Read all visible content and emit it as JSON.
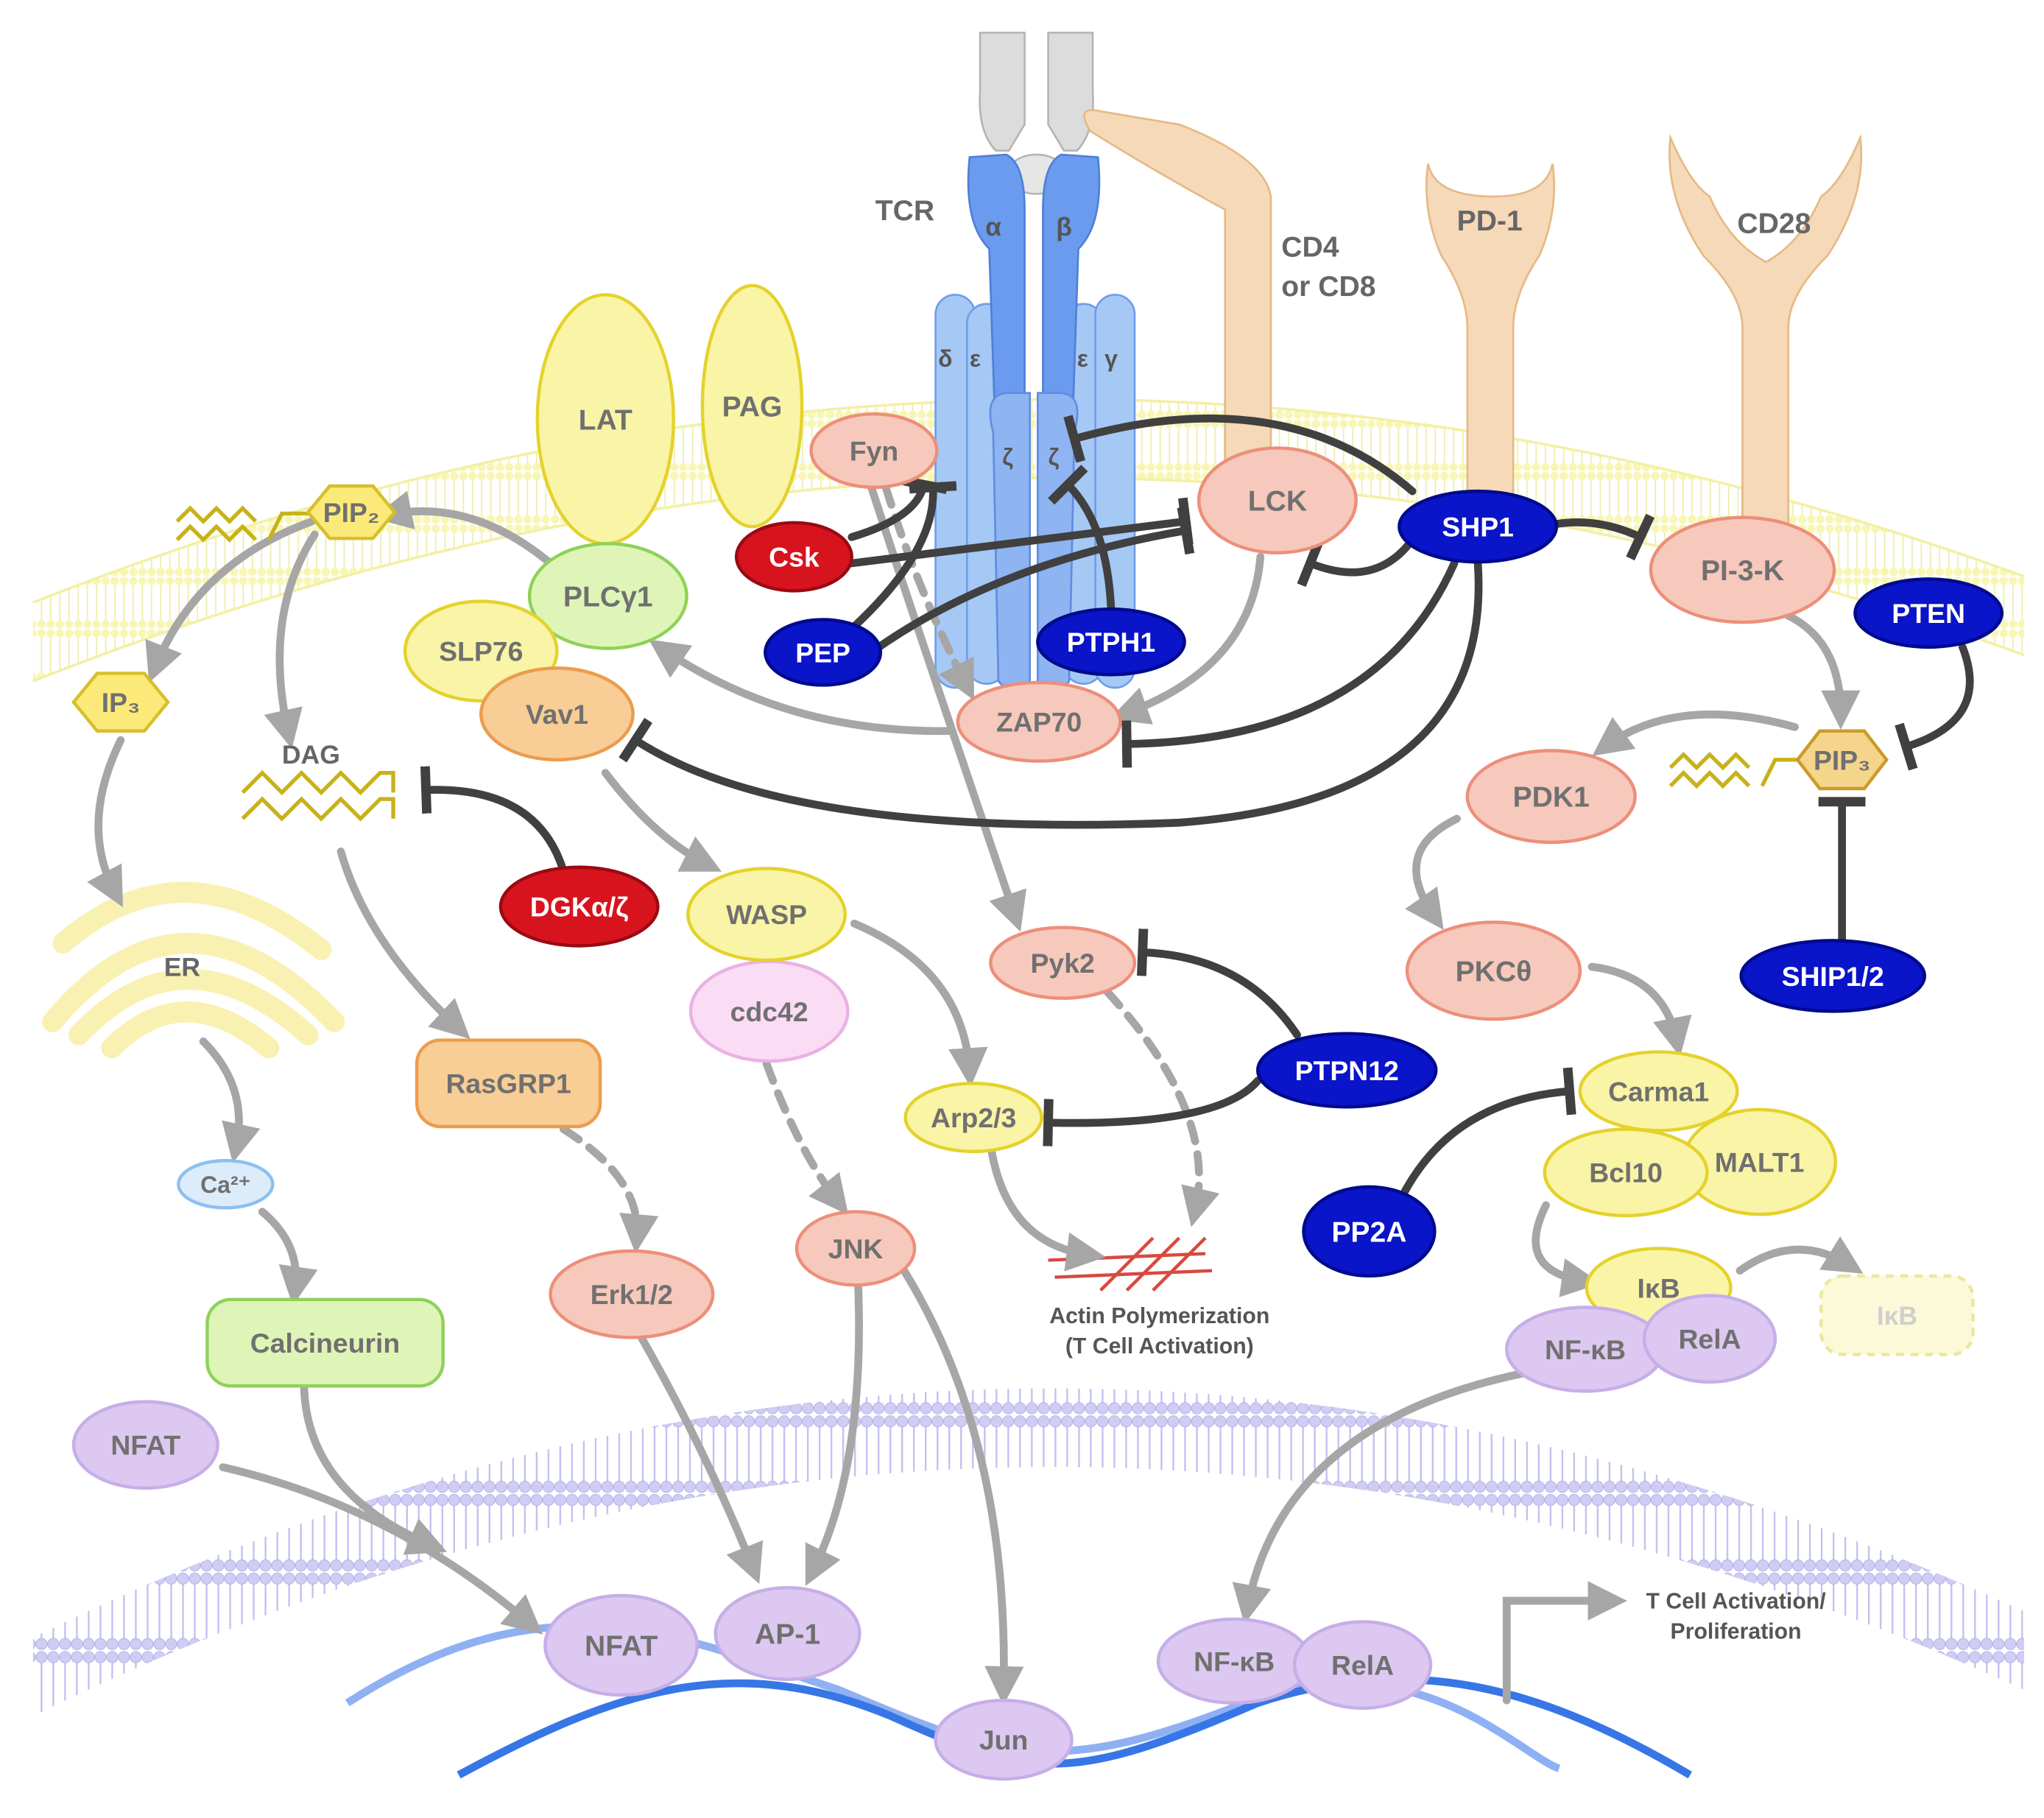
{
  "labels": {
    "tcr": "TCR",
    "alpha": "α",
    "beta": "β",
    "delta": "δ",
    "epsilon_left": "ε",
    "epsilon_right": "ε",
    "gamma": "γ",
    "zeta_left": "ζ",
    "zeta_right": "ζ",
    "cd4_line1": "CD4",
    "cd4_line2": "or CD8",
    "pd1": "PD-1",
    "cd28": "CD28",
    "lat": "LAT",
    "pag": "PAG",
    "fyn": "Fyn",
    "csk": "Csk",
    "pep": "PEP",
    "ptph1": "PTPH1",
    "lck": "LCK",
    "shp1": "SHP1",
    "pi3k": "PI-3-K",
    "pten": "PTEN",
    "pip2": "PIP₂",
    "pip3": "PIP₃",
    "plcg1": "PLCγ1",
    "slp76": "SLP76",
    "vav1": "Vav1",
    "zap70": "ZAP70",
    "ip3": "IP₃",
    "dag": "DAG",
    "dgk": "DGKα/ζ",
    "er": "ER",
    "ca": "Ca²⁺",
    "calcineurin": "Calcineurin",
    "nfat_cyto": "NFAT",
    "rasgrp1": "RasGRP1",
    "erk": "Erk1/2",
    "wasp": "WASP",
    "cdc42": "cdc42",
    "jnk": "JNK",
    "pyk2": "Pyk2",
    "ptpn12": "PTPN12",
    "arp23": "Arp2/3",
    "actin_line1": "Actin Polymerization",
    "actin_line2": "(T Cell Activation)",
    "pdk1": "PDK1",
    "pkc": "PKCθ",
    "ship12": "SHIP1/2",
    "carma1": "Carma1",
    "bcl10": "Bcl10",
    "malt1": "MALT1",
    "pp2a": "PP2A",
    "ikb": "IκB",
    "ikb_released": "IκB",
    "nfkb_cyto": "NF-κB",
    "rela_cyto": "RelA",
    "nfat_nuc": "NFAT",
    "ap1": "AP-1",
    "jun": "Jun",
    "nfkb_nuc": "NF-κB",
    "rela_nuc": "RelA",
    "tcell_line1": "T Cell Activation/",
    "tcell_line2": "Proliferation"
  },
  "colors": {
    "activator_arrow": "#a6a6a6",
    "inhibitor_line": "#404040",
    "phosphatase_blue": "#0a14c8",
    "inhibitor_red": "#d7141e",
    "kinase_salmon": "#f6c9bc",
    "adaptor_yellow": "#f9f4a6",
    "nuclear_purple": "#dcc8f0",
    "receptor_tan": "#f5d9b8",
    "tcr_blue": "#6a9bef",
    "cd3_lightblue": "#a6c8f5",
    "membrane_yellow": "#faf7b8",
    "nuclear_membrane": "#c7c4ee"
  }
}
